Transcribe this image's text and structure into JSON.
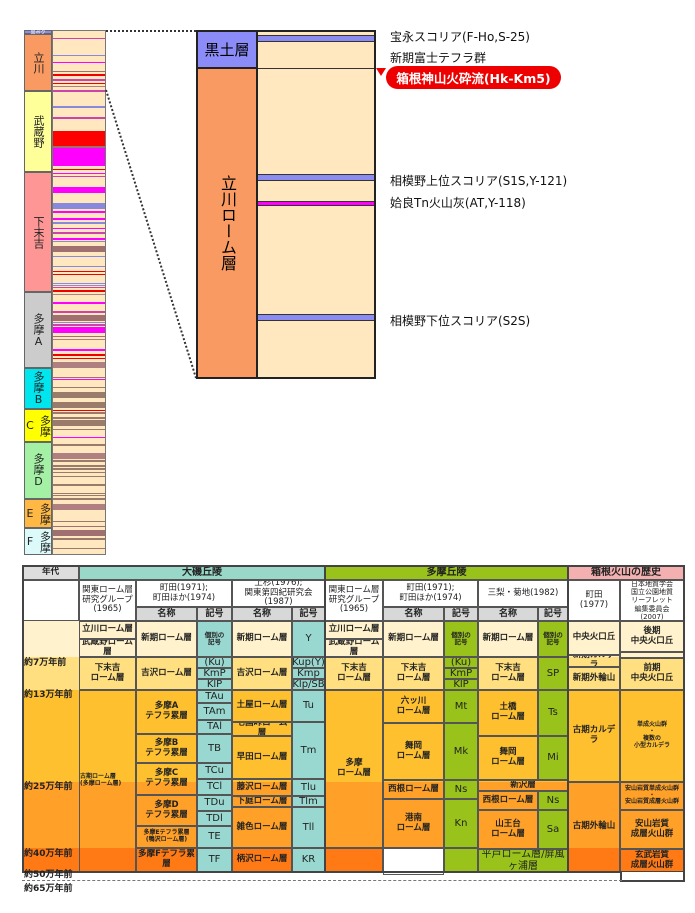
{
  "column": {
    "units": [
      {
        "label": "黒ボク",
        "color": "#8c8cf0"
      },
      {
        "label": "立川",
        "color": "#f89a62"
      },
      {
        "label": "武蔵野",
        "color": "#ffff9a"
      },
      {
        "label": "下末吉",
        "color": "#ff9696"
      },
      {
        "label": "多摩A",
        "color": "#cccccc"
      },
      {
        "label": "多摩B",
        "color": "#00e6ee"
      },
      {
        "label": "多摩C",
        "color": "#ffff00"
      },
      {
        "label": "多摩D",
        "color": "#a4f0a4"
      },
      {
        "label": "多摩E",
        "color": "#ffb844"
      },
      {
        "label": "多摩F",
        "color": "#dcfafa"
      }
    ]
  },
  "detail": {
    "kuroboku": "黒土層",
    "tachikawa": "立川ローム層",
    "notes": {
      "hoei": "宝永スコリア(F-Ho,S-25)",
      "fuji": "新期富士テフラ群",
      "hakone": "箱根神山火砕流(Hk-Km5)",
      "s1s": "相模野上位スコリア(S1S,Y-121)",
      "at": "姶良Tn火山灰(AT,Y-118)",
      "s2s": "相模野下位スコリア(S2S)"
    },
    "highlight_color": "#ee0000"
  },
  "table": {
    "age_header": "年代",
    "groups": {
      "oiso": "大磯丘陵",
      "tama": "多摩丘陵",
      "hakone": "箱根火山の歴史"
    },
    "group_colors": {
      "oiso": "#99d8c8",
      "tama": "#99c31a",
      "hakone": "#f4b0b0"
    },
    "sources": {
      "oiso_kanto": "関東ローム層\n研究グループ\n(1965)",
      "oiso_machida": "町田(1971);\n町田ほか(1974)",
      "oiso_uesugi": "上杉(1976);\n関東第四紀研究会(1987)",
      "tama_kanto": "関東ローム層\n研究グループ\n(1965)",
      "tama_machida": "町田(1971);\n町田ほか(1974)",
      "tama_minashi": "三梨・菊地(1982)",
      "hakone_machida": "町田\n(1977)",
      "hakone_geo": "日本地質学会\n国立公園地質\nリーフレット\n編集委員会\n(2007)"
    },
    "sub": {
      "name": "名称",
      "symbol": "記号"
    },
    "ages": [
      "約7万年前",
      "約13万年前",
      "約25万年前",
      "約40万年前",
      "約50万年前",
      "約65万年前"
    ],
    "cells": [
      "立川ローム層",
      "武蔵野ローム層",
      "下末吉\nローム層",
      "古期ローム層\n(多摩ローム層)",
      "新期ローム層",
      "吉沢ローム層",
      "多摩A\nテフラ累層",
      "多摩B\nテフラ累層",
      "多摩C\nテフラ累層",
      "多摩D\nテフラ累層",
      "多摩Eテフラ累層\n(鴨沢ローム層)",
      "多摩Fテフラ累層",
      "個別の\n記号",
      "(Ku)",
      "KmP",
      "KlP",
      "TAu",
      "TAm",
      "TAl",
      "TB",
      "TCu",
      "TCl",
      "TDu",
      "TDl",
      "TE",
      "TF",
      "新期ローム層",
      "吉沢ローム層",
      "土屋ローム層",
      "七国峠ローム層",
      "早田ローム層",
      "藤沢ローム層",
      "下庭ローム層",
      "雑色ローム層",
      "柄沢ローム層",
      "Y",
      "Kup(Y)",
      "Kmp",
      "Klp/SB",
      "Tu",
      "Tm",
      "Tlu",
      "Tlm",
      "Tll",
      "KR",
      "立川ローム層",
      "武蔵野ローム層",
      "下末吉\nローム層",
      "多摩\nローム層",
      "",
      "新期ローム層",
      "下末吉\nローム層",
      "六ッ川\nローム層",
      "舞岡\nローム層",
      "西根ローム層",
      "港南\nローム層",
      "",
      "個別の\n記号",
      "(Ku)",
      "KmP",
      "KlP",
      "Mt",
      "Mk",
      "Ns",
      "Kn",
      "",
      "新期ローム層",
      "下末吉\nローム層",
      "土橋\nローム層",
      "舞岡\nローム層",
      "新沢層",
      "西根ローム層",
      "山王台\nローム層",
      "平戸ローム層/屏風ヶ浦層",
      "個別の\n記号",
      "SP",
      "Ts",
      "Mi",
      "Ns",
      "Sa",
      "中央火口丘",
      "新期カルデラ",
      "新期外輪山",
      "古期カルデラ",
      "古期外輪山",
      "後期\n中央火口丘",
      "",
      "前期\n中央火口丘",
      "単成火山群\n・\n複数の\n小型カルデラ",
      "安山岩質単成火山群\n・\n安山岩質成層火山群",
      "安山岩質\n成層火山群",
      "玄武岩質\n成層火山群"
    ]
  }
}
